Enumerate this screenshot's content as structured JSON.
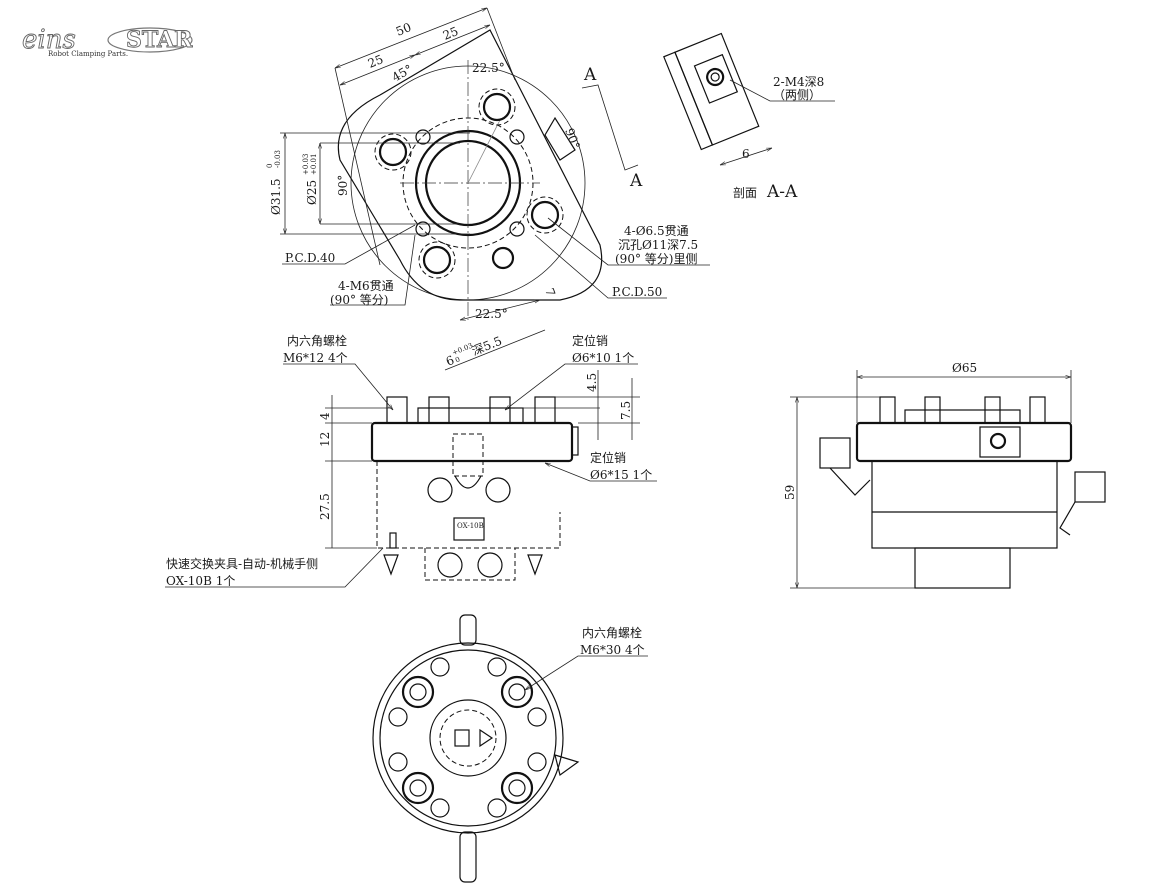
{
  "logos": {
    "brand1": "eins",
    "brand1_tagline": "Robot Clamping Parts.",
    "brand2": "STAR"
  },
  "top_view": {
    "dim_50": "50",
    "dim_25_a": "25",
    "dim_25_b": "25",
    "angle_22_5_top": "22.5°",
    "angle_45": "45°",
    "angle_90_right": "90°",
    "angle_90_left": "90°",
    "dia_31_5": "Ø31.5",
    "dia_31_5_tol_upper": "0",
    "dia_31_5_tol_lower": "-0.03",
    "dia_25": "Ø25",
    "dia_25_tol_upper": "+0.03",
    "dia_25_tol_lower": "+0.01",
    "pcd_40": "P.C.D.40",
    "m6_holes": "4-M6贯通",
    "m6_holes_note": "(90° 等分)",
    "through_holes": "4-Ø6.5贯通",
    "counterbore": "沉孔Ø11深7.5",
    "through_holes_note": "(90° 等分)里侧",
    "pcd_50": "P.C.D.50",
    "angle_22_5_bottom": "22.5°",
    "dim_7": "7",
    "pin_hole": "6",
    "pin_hole_tol_upper": "+0.03",
    "pin_hole_tol_lower": "0",
    "pin_hole_depth": "深5.5",
    "section_mark_1": "A",
    "section_mark_2": "A"
  },
  "section_view": {
    "thread_note": "2-M4深8",
    "thread_note_2": "（两侧）",
    "dim_6": "6",
    "title_prefix": "剖面",
    "title": "A-A"
  },
  "front_view": {
    "bolt_label": "内六角螺栓",
    "bolt_spec": "M6*12 4个",
    "pin1_label": "定位销",
    "pin1_spec": "Ø6*10 1个",
    "dim_4_5": "4.5",
    "dim_7_5": "7.5",
    "dim_4": "4",
    "dim_12": "12",
    "dim_27_5": "27.5",
    "pin2_label": "定位销",
    "pin2_spec": "Ø6*15 1个",
    "part_label": "快速交换夹具-自动-机械手侧",
    "part_spec": "OX-10B 1个",
    "plate_text": "OX-10B"
  },
  "side_view": {
    "dia_65": "Ø65",
    "dim_59": "59"
  },
  "bottom_view": {
    "bolt_label": "内六角螺栓",
    "bolt_spec": "M6*30 4个"
  }
}
